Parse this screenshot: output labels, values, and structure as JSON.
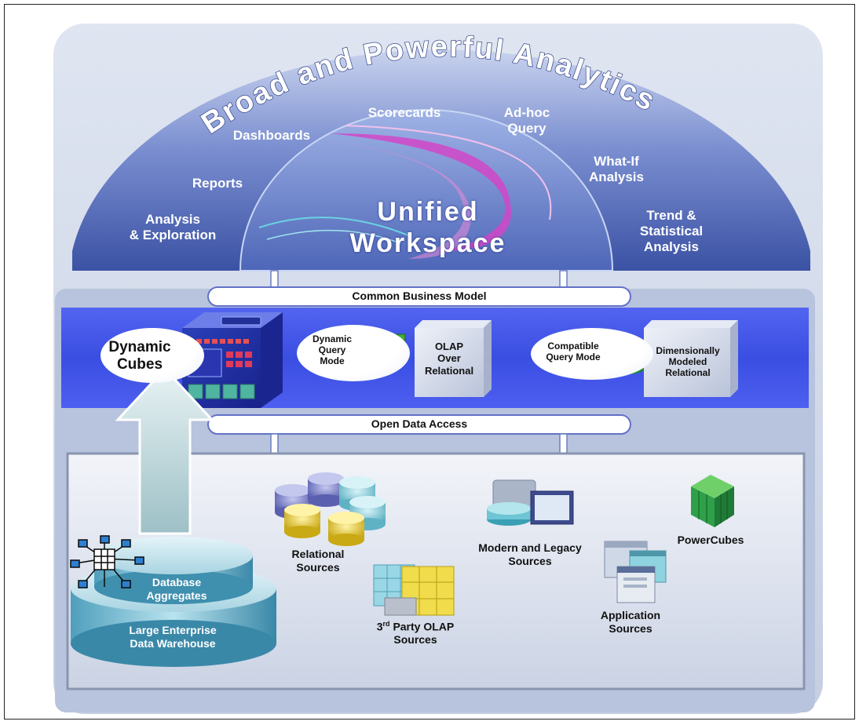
{
  "title": "Broad and Powerful Analytics",
  "analytics": [
    {
      "label": "Analysis\n& Exploration"
    },
    {
      "label": "Reports"
    },
    {
      "label": "Dashboards"
    },
    {
      "label": "Scorecards"
    },
    {
      "label": "Ad-hoc\nQuery"
    },
    {
      "label": "What-If\nAnalysis"
    },
    {
      "label": "Trend &\nStatistical\nAnalysis"
    }
  ],
  "workspace": {
    "line1": "Unified",
    "line2": "Workspace"
  },
  "common_business_model": "Common Business Model",
  "open_data_access": "Open Data Access",
  "query_layer": {
    "dynamic_cubes": "Dynamic\nCubes",
    "dynamic_query_mode": "Dynamic\nQuery\nMode",
    "olap_over_relational": "OLAP\nOver\nRelational",
    "compatible_query_mode": "Compatible\nQuery Mode",
    "dimensionally_modeled_relational": "Dimensionally\nModeled\nRelational"
  },
  "sources": {
    "relational": "Relational\nSources",
    "third_party_olap_prefix": "3",
    "third_party_olap_sup": "rd",
    "third_party_olap_rest": "Party OLAP\nSources",
    "modern_legacy": "Modern and Legacy\nSources",
    "application": "Application\nSources",
    "powercubes": "PowerCubes",
    "database_aggregates": "Database\nAggregates",
    "data_warehouse": "Large Enterprise\nData Warehouse"
  },
  "colors": {
    "arch_top": "#cdd6ec",
    "arch_bottom": "#3f56a8",
    "blue_band": "#3a4fe0",
    "panel": "#c7d0e4",
    "workspace": "#5a78c8",
    "swoosh": "#d040c8"
  }
}
